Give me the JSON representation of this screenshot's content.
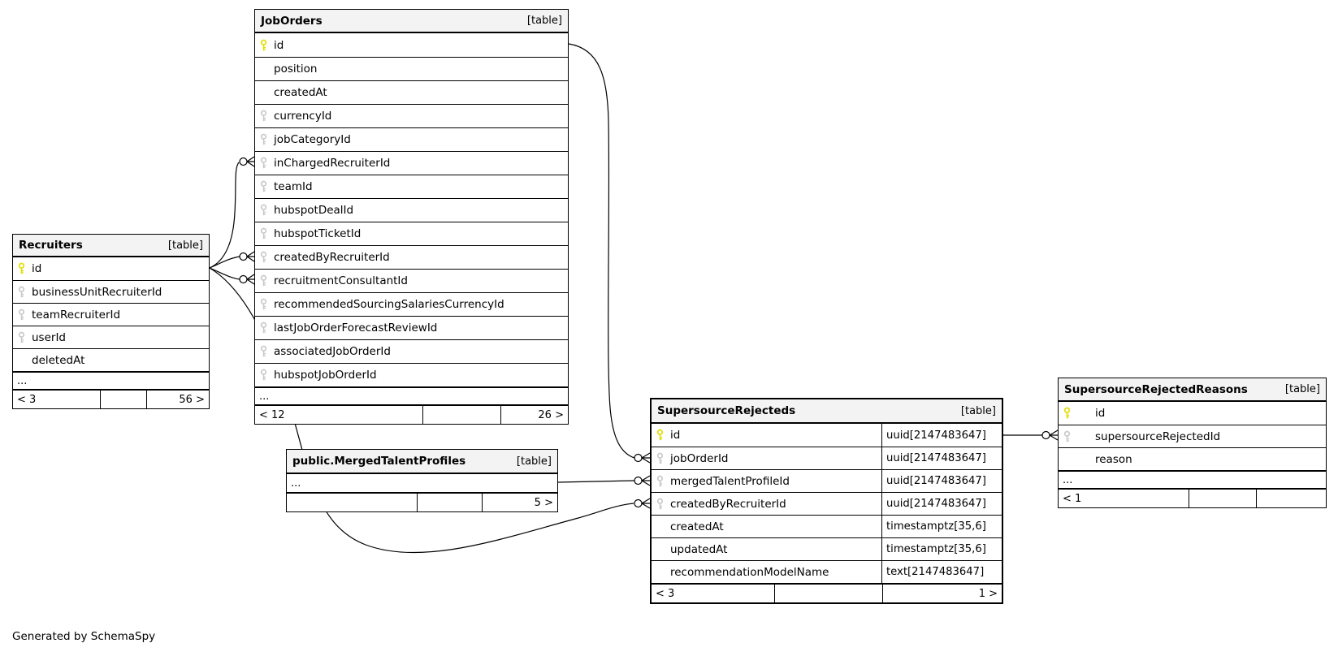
{
  "diagram": {
    "generated_by": "Generated by SchemaSpy"
  },
  "tables": {
    "recruiters": {
      "title": "Recruiters",
      "tag": "[table]",
      "columns": [
        {
          "name": "id",
          "key": "primary"
        },
        {
          "name": "businessUnitRecruiterId",
          "key": "foreign"
        },
        {
          "name": "teamRecruiterId",
          "key": "foreign"
        },
        {
          "name": "userId",
          "key": "foreign"
        },
        {
          "name": "deletedAt",
          "key": "none"
        }
      ],
      "ellipsis": "...",
      "footer": {
        "left": "< 3",
        "mid": "",
        "right": "56 >"
      }
    },
    "jobOrders": {
      "title": "JobOrders",
      "tag": "[table]",
      "columns": [
        {
          "name": "id",
          "key": "primary"
        },
        {
          "name": "position",
          "key": "none"
        },
        {
          "name": "createdAt",
          "key": "none"
        },
        {
          "name": "currencyId",
          "key": "foreign"
        },
        {
          "name": "jobCategoryId",
          "key": "foreign"
        },
        {
          "name": "inChargedRecruiterId",
          "key": "foreign"
        },
        {
          "name": "teamId",
          "key": "foreign"
        },
        {
          "name": "hubspotDealId",
          "key": "foreign"
        },
        {
          "name": "hubspotTicketId",
          "key": "foreign"
        },
        {
          "name": "createdByRecruiterId",
          "key": "foreign"
        },
        {
          "name": "recruitmentConsultantId",
          "key": "foreign"
        },
        {
          "name": "recommendedSourcingSalariesCurrencyId",
          "key": "foreign"
        },
        {
          "name": "lastJobOrderForecastReviewId",
          "key": "foreign"
        },
        {
          "name": "associatedJobOrderId",
          "key": "foreign"
        },
        {
          "name": "hubspotJobOrderId",
          "key": "foreign"
        }
      ],
      "ellipsis": "...",
      "footer": {
        "left": "< 12",
        "mid": "",
        "right": "26 >"
      }
    },
    "mergedTalentProfiles": {
      "title": "public.MergedTalentProfiles",
      "tag": "[table]",
      "ellipsis": "...",
      "footer": {
        "left": "",
        "mid": "",
        "right": "5 >"
      }
    },
    "supersourceRejecteds": {
      "title": "SupersourceRejecteds",
      "tag": "[table]",
      "columns": [
        {
          "name": "id",
          "key": "primary",
          "type": "uuid[2147483647]"
        },
        {
          "name": "jobOrderId",
          "key": "foreign",
          "type": "uuid[2147483647]"
        },
        {
          "name": "mergedTalentProfileId",
          "key": "foreign",
          "type": "uuid[2147483647]"
        },
        {
          "name": "createdByRecruiterId",
          "key": "foreign",
          "type": "uuid[2147483647]"
        },
        {
          "name": "createdAt",
          "key": "none",
          "type": "timestamptz[35,6]"
        },
        {
          "name": "updatedAt",
          "key": "none",
          "type": "timestamptz[35,6]"
        },
        {
          "name": "recommendationModelName",
          "key": "none",
          "type": "text[2147483647]"
        }
      ],
      "footer": {
        "left": "< 3",
        "mid": "",
        "right": "1 >"
      }
    },
    "supersourceRejectedReasons": {
      "title": "SupersourceRejectedReasons",
      "tag": "[table]",
      "columns": [
        {
          "name": "id",
          "key": "primary"
        },
        {
          "name": "supersourceRejectedId",
          "key": "foreign"
        },
        {
          "name": "reason",
          "key": "none"
        }
      ],
      "ellipsis": "...",
      "footer": {
        "left": "< 1",
        "mid": "",
        "right": ""
      }
    }
  },
  "relationships": [
    {
      "from": "Recruiters.id",
      "to": "JobOrders.inChargedRecruiterId"
    },
    {
      "from": "Recruiters.id",
      "to": "JobOrders.createdByRecruiterId"
    },
    {
      "from": "Recruiters.id",
      "to": "JobOrders.recruitmentConsultantId"
    },
    {
      "from": "Recruiters.id",
      "to": "SupersourceRejecteds.createdByRecruiterId"
    },
    {
      "from": "JobOrders.id",
      "to": "SupersourceRejecteds.jobOrderId"
    },
    {
      "from": "public.MergedTalentProfiles",
      "to": "SupersourceRejecteds.mergedTalentProfileId"
    },
    {
      "from": "SupersourceRejecteds.id",
      "to": "SupersourceRejectedReasons.supersourceRejectedId"
    }
  ]
}
